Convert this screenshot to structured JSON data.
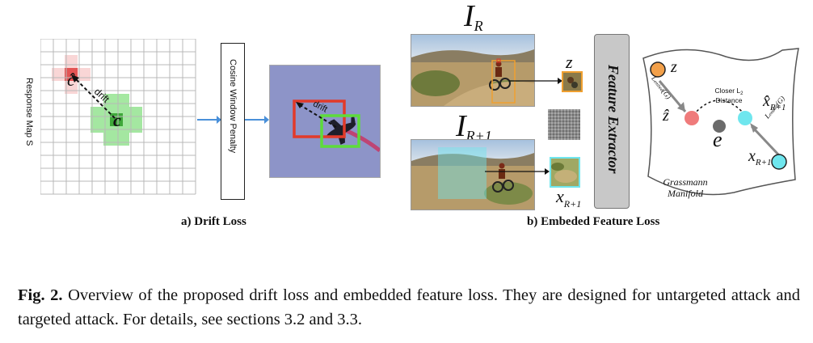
{
  "panel_a": {
    "caption": "a) Drift Loss",
    "response_map_label": "Response Map S",
    "c_hat": "ĉ",
    "c": "c",
    "drift_label": "drift",
    "penalty_label": "Cosine Window Penalty",
    "drift_label_image": "drift"
  },
  "panel_b": {
    "caption": "b) Embeded Feature Loss",
    "ir_label": "I",
    "ir_sub": "R",
    "ir1_label": "I",
    "ir1_sub": "R+1",
    "z_label": "z",
    "x_label": "x",
    "x_sub": "R+1",
    "extractor_label": "Feature Extractor",
    "manifold": {
      "z": "z",
      "z_hat": "ẑ",
      "x_hat": "x̂",
      "x_hat_sub": "R+1",
      "x": "x",
      "x_sub": "R+1",
      "e": "e",
      "closer_line1": "Closer L",
      "closer_sub": "2",
      "closer_line2": "Distance",
      "l_embed_left": "L",
      "l_embed_sub": "embed",
      "l_embed_arg": "(G)",
      "l_embed_right": "L",
      "grassmann_1": "Grassmann",
      "grassmann_2": "Manifold"
    }
  },
  "caption": {
    "fig_label": "Fig. 2.",
    "text": "Overview of the proposed drift loss and embedded feature loss. They are designed for untargeted attack and targeted attack. For details, see sections 3.2 and 3.3."
  },
  "colors": {
    "red_box": "#e23a2a",
    "green_box": "#5ddc3a",
    "arrow_blue": "#4a90d9",
    "orange_node": "#f2a04a",
    "pink_node": "#ef7b7b",
    "cyan_node": "#6fe6ee",
    "grey_node": "#6b6b6b",
    "extractor_bg": "#c8c8c8"
  }
}
